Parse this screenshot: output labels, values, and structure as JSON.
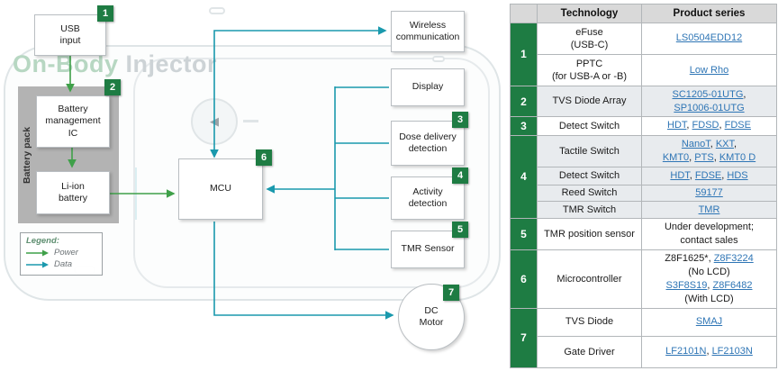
{
  "colors": {
    "accent_green": "#1E7C43",
    "power_green": "#3FA049",
    "data_teal": "#1A99AD",
    "link_blue": "#2E75B5"
  },
  "diagram": {
    "title": {
      "bold": "On-Body",
      "rest": " Injector"
    },
    "battery_pack": "Battery pack",
    "legend": {
      "title": "Legend:",
      "power": "Power",
      "data": "Data"
    },
    "nodes": {
      "usb": {
        "label": "USB\ninput",
        "badge": "1"
      },
      "bms": {
        "label": "Battery\nmanagement\nIC",
        "badge": "2"
      },
      "battery": {
        "label": "Li-ion\nbattery"
      },
      "mcu": {
        "label": "MCU",
        "badge": "6"
      },
      "wireless": {
        "label": "Wireless\ncommunication"
      },
      "display": {
        "label": "Display"
      },
      "dose": {
        "label": "Dose delivery\ndetection",
        "badge": "3"
      },
      "activity": {
        "label": "Activity\ndetection",
        "badge": "4"
      },
      "tmr": {
        "label": "TMR Sensor",
        "badge": "5"
      },
      "motor": {
        "label": "DC\nMotor",
        "badge": "7"
      }
    }
  },
  "table": {
    "header": {
      "num": "",
      "tech": "Technology",
      "product": "Product series"
    },
    "groups": [
      {
        "num": "1",
        "rows": [
          {
            "tech": "eFuse\n(USB-C)",
            "products": [
              {
                "t": "LS0504EDD12",
                "link": true
              }
            ]
          },
          {
            "tech": "PPTC\n(for USB-A or -B)",
            "products": [
              {
                "t": "Low Rho",
                "link": true
              }
            ]
          }
        ]
      },
      {
        "num": "2",
        "rows": [
          {
            "tech": "TVS Diode Array",
            "products": [
              {
                "t": "SC1205-01UTG",
                "link": true
              },
              {
                "t": ","
              },
              {
                "br": true
              },
              {
                "t": "SP1006-01UTG",
                "link": true
              }
            ]
          }
        ]
      },
      {
        "num": "3",
        "rows": [
          {
            "tech": "Detect Switch",
            "products": [
              {
                "t": "HDT",
                "link": true
              },
              {
                "t": ", "
              },
              {
                "t": "FDSD",
                "link": true
              },
              {
                "t": ", "
              },
              {
                "t": "FDSE",
                "link": true
              }
            ]
          }
        ]
      },
      {
        "num": "4",
        "rows": [
          {
            "tech": "Tactile Switch",
            "products": [
              {
                "t": "NanoT",
                "link": true
              },
              {
                "t": ", "
              },
              {
                "t": "KXT",
                "link": true
              },
              {
                "t": ","
              },
              {
                "br": true
              },
              {
                "t": "KMT0",
                "link": true
              },
              {
                "t": ", "
              },
              {
                "t": "PTS",
                "link": true
              },
              {
                "t": ", "
              },
              {
                "t": "KMT0 D",
                "link": true
              }
            ]
          },
          {
            "tech": "Detect Switch",
            "products": [
              {
                "t": "HDT",
                "link": true
              },
              {
                "t": ", "
              },
              {
                "t": "FDSE",
                "link": true
              },
              {
                "t": ", "
              },
              {
                "t": "HDS",
                "link": true
              }
            ]
          },
          {
            "tech": "Reed Switch",
            "products": [
              {
                "t": "59177",
                "link": true
              }
            ]
          },
          {
            "tech": "TMR Switch",
            "products": [
              {
                "t": "TMR",
                "link": true
              }
            ]
          }
        ]
      },
      {
        "num": "5",
        "rows": [
          {
            "tech": "TMR position sensor",
            "products": [
              {
                "t": "Under development;"
              },
              {
                "br": true
              },
              {
                "t": "contact sales"
              }
            ]
          }
        ]
      },
      {
        "num": "6",
        "rows": [
          {
            "tech": "Microcontroller",
            "products": [
              {
                "t": "Z8F1625*, "
              },
              {
                "t": "Z8F3224",
                "link": true
              },
              {
                "br": true
              },
              {
                "t": "(No LCD)"
              },
              {
                "br": true
              },
              {
                "t": "S3F8S19",
                "link": true
              },
              {
                "t": ", "
              },
              {
                "t": "Z8F6482",
                "link": true
              },
              {
                "br": true
              },
              {
                "t": "(With LCD)"
              }
            ]
          }
        ]
      },
      {
        "num": "7",
        "rows": [
          {
            "tech": "TVS Diode",
            "products": [
              {
                "t": "SMAJ",
                "link": true
              }
            ]
          },
          {
            "tech": "Gate Driver",
            "products": [
              {
                "t": "LF2101N",
                "link": true
              },
              {
                "t": ", "
              },
              {
                "t": "LF2103N",
                "link": true
              }
            ]
          }
        ]
      }
    ]
  }
}
